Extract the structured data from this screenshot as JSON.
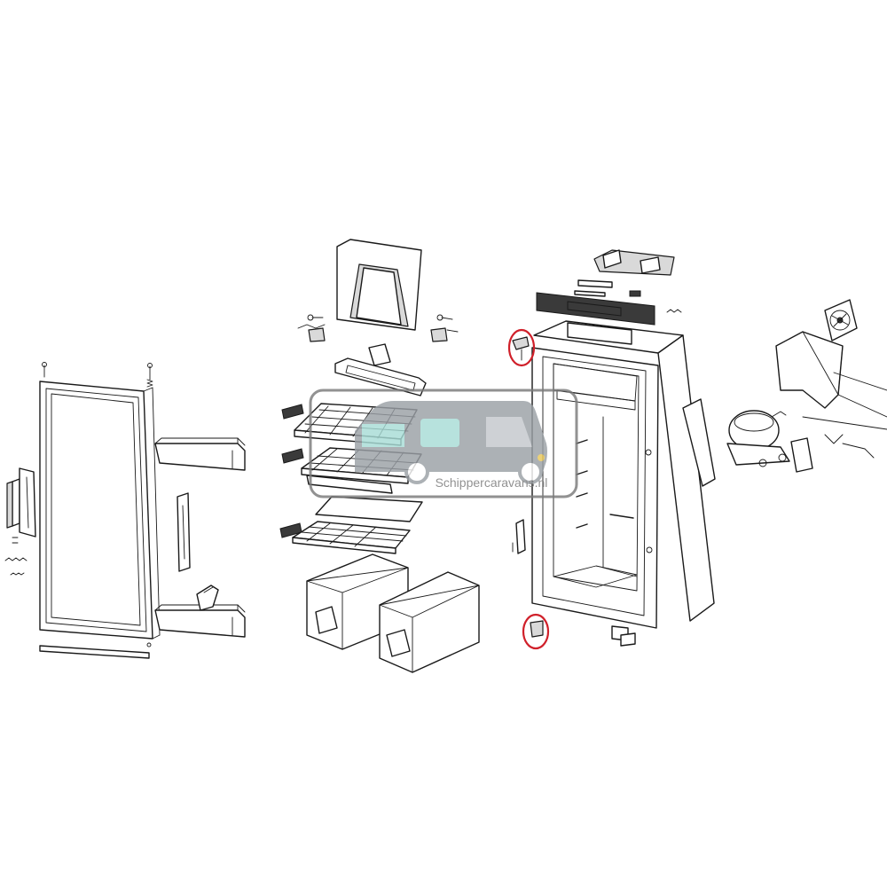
{
  "diagram": {
    "parts": [
      "refrigerator-door",
      "door-bins",
      "evaporator-cover",
      "shelves",
      "crisper-drawers",
      "refrigerator-cabinet",
      "control-panel",
      "compressor-unit",
      "cooling-fan"
    ],
    "highlighted_parts": [
      "upper-door-hinge",
      "lower-door-hinge"
    ],
    "highlight_color": "#d0202a",
    "line_color": "#1a1a1a"
  },
  "watermark": {
    "text": "Schippercaravans.nl",
    "logo_colors": {
      "van": "#9aa0a6",
      "windows": "#a8dcd6",
      "frame": "#7a7a7a"
    }
  }
}
